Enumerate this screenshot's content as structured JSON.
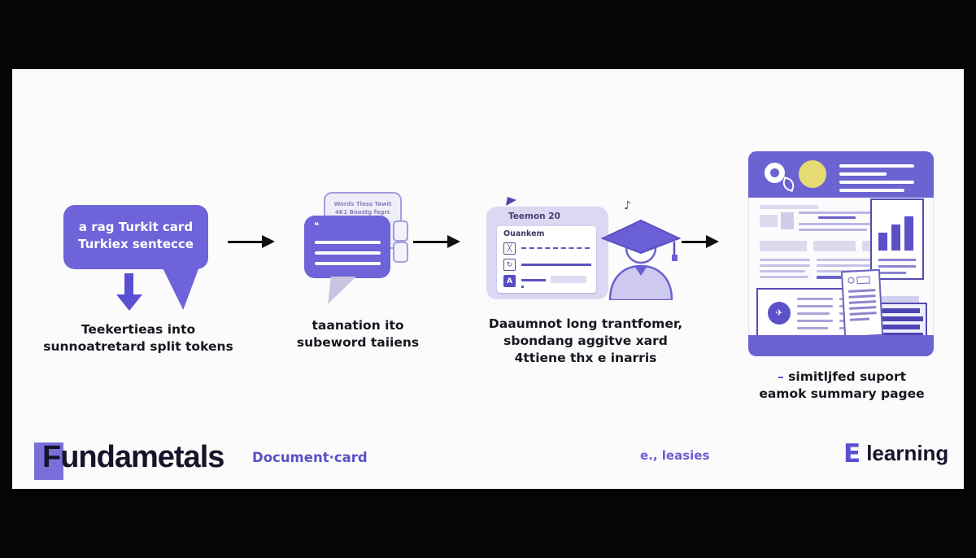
{
  "background": {
    "color": "#050505",
    "canvas_color": "#fbfbfc"
  },
  "colors": {
    "purple": "#6e63d8",
    "deep_purple": "#5b4fd4",
    "lavender": "#dbd8f3",
    "outline_purple": "#6b62c9",
    "yellow": "#e5db72",
    "text_dark": "#17171f",
    "brand_purple": "#7a6fd8"
  },
  "icons": {
    "quote": "❝",
    "music_note": "♪",
    "cross_glyph": "╳",
    "refresh_glyph": "↻",
    "letter_a": "A",
    "plane": "✈"
  },
  "panels": [
    {
      "name": "raw-sentence",
      "bubble": {
        "line1": "a rag Turkit card",
        "line2": "Turkiex sentecce"
      },
      "caption": {
        "line1": "Teekertieas into",
        "line2": "sunnoatretard split tokens"
      }
    },
    {
      "name": "tokenization",
      "ghost_card": {
        "line1": "Words Tless Tawit",
        "line2": "4K1 Boostg fegrc"
      },
      "caption": {
        "line1": "taanation ito",
        "line2": "subeword taiiens"
      }
    },
    {
      "name": "document-form",
      "card_header": "Teemon 20",
      "form_title": "Ouankem",
      "caption": {
        "line1": "Daaumnot long trantfomer,",
        "line2": "sbondang aggitve xard",
        "line3": "4ttiene thx e inarris"
      }
    },
    {
      "name": "summary-page",
      "caption": {
        "line1_dash": "–",
        "line1": "simitljfed suport",
        "line2": "eamok summary pagee"
      }
    }
  ],
  "footer": {
    "brand": "Fundametals",
    "document_label": "Document·card",
    "leasies_label": "e., leasies",
    "elearning": {
      "letter": "E",
      "word": "learning"
    }
  }
}
